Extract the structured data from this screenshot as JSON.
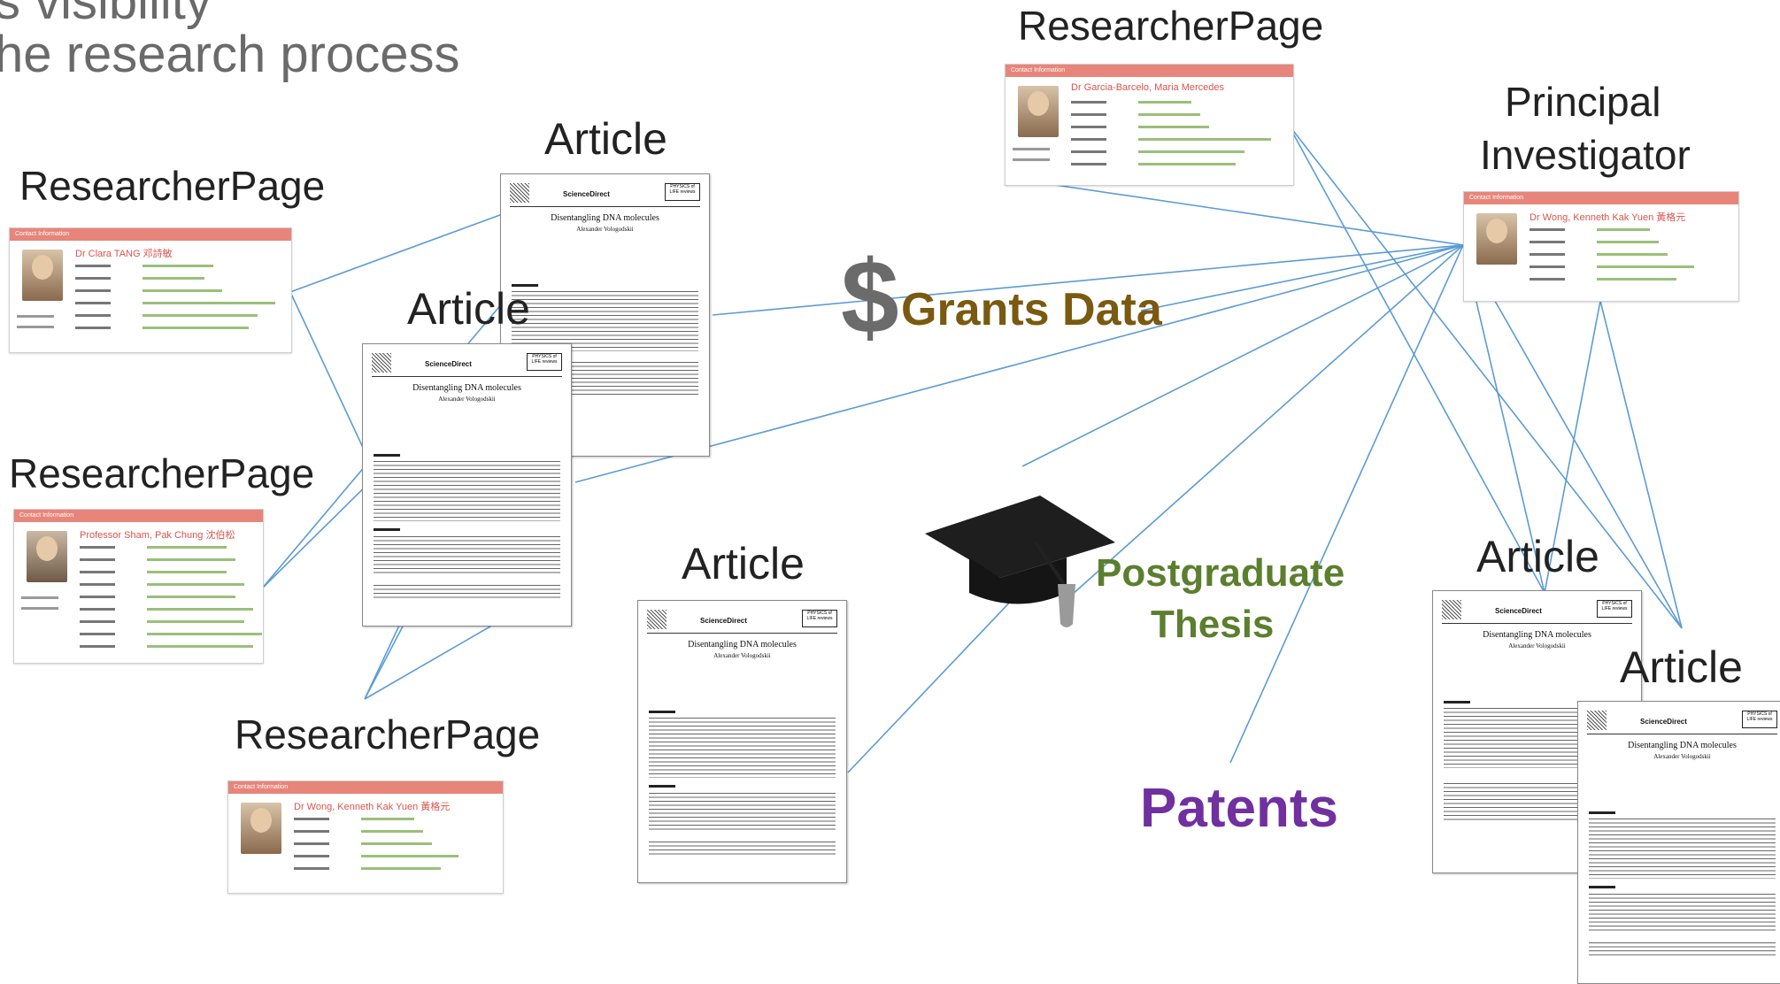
{
  "heading": {
    "line1": "s visibility",
    "line2": "he research process"
  },
  "labels": {
    "researcher_top_right": "ResearcherPage",
    "researcher_left_top": "ResearcherPage",
    "researcher_left_mid": "ResearcherPage",
    "researcher_bottom": "ResearcherPage",
    "article_top": "Article",
    "article_mid": "Article",
    "article_center": "Article",
    "article_right1": "Article",
    "article_right2": "Article",
    "principal_investigator_line1": "Principal",
    "principal_investigator_line2": "Investigator",
    "grants_symbol": "$",
    "grants": "Grants Data",
    "postgraduate_line1": "Postgraduate",
    "postgraduate_line2": "Thesis",
    "patents": "Patents"
  },
  "cards": {
    "header": "Contact Information",
    "tang": {
      "name": "Dr Clara TANG 邓詩敏"
    },
    "sham": {
      "name": "Professor Sham, Pak Chung 沈伯松"
    },
    "wong": {
      "name": "Dr Wong, Kenneth Kak Yuen 黃格元"
    },
    "garcia": {
      "name": "Dr Garcia-Barcelo, Maria Mercedes"
    },
    "pi": {
      "name": "Dr Wong, Kenneth Kak Yuen 黃格元"
    }
  },
  "article": {
    "brand": "ScienceDirect",
    "journal": "PHYSICS of LIFE reviews",
    "title": "Disentangling DNA molecules",
    "author": "Alexander Vologodskii"
  },
  "colors": {
    "connector": "#5b9bd5",
    "heading": "#6a6a6a",
    "grants": "#7a5a10",
    "thesis": "#5b7f2e",
    "patents": "#7030a0",
    "card_header": "#e8857a"
  },
  "icons": [
    "dollar-icon",
    "graduation-cap-icon"
  ]
}
